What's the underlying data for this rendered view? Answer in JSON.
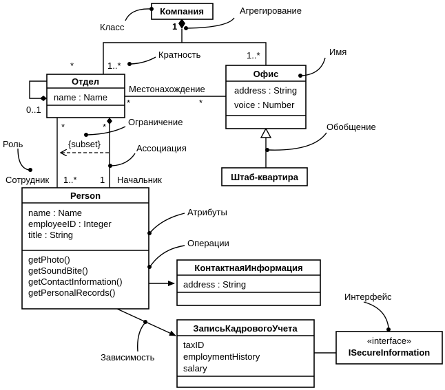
{
  "classes": {
    "company": {
      "name": "Компания"
    },
    "dept": {
      "name": "Отдел",
      "attrs": [
        "name : Name"
      ]
    },
    "office": {
      "name": "Офис",
      "attrs": [
        "address : String",
        "voice : Number"
      ]
    },
    "hq": {
      "name": "Штаб-квартира"
    },
    "person": {
      "name": "Person",
      "attrs": [
        "name : Name",
        "employeeID : Integer",
        "title : String"
      ],
      "ops": [
        "getPhoto()",
        "getSoundBite()",
        "getContactInformation()",
        "getPersonalRecords()"
      ]
    },
    "contact": {
      "name": "КонтактнаяИнформация",
      "attrs": [
        "address : String"
      ]
    },
    "hr": {
      "name": "ЗаписьКадровогоУчета",
      "attrs": [
        "taxID",
        "employmentHistory",
        "salary"
      ]
    },
    "iface": {
      "stereotype": "«interface»",
      "name": "ISecureInformation"
    }
  },
  "multiplicities": {
    "company_bottom": "1",
    "dept_top": "1..*",
    "office_top": "1..*",
    "self_star": "*",
    "self_range": "0..1",
    "dept_location": "*",
    "office_location": "*",
    "dept_bottom_left": "*",
    "dept_bottom_right": "*",
    "person_left": "1..*",
    "person_right": "1"
  },
  "associations": {
    "location": "Местонахождение",
    "subset": "{subset}",
    "employee_role": "Сотрудник",
    "boss_role": "Начальник"
  },
  "callouts": {
    "class": "Класс",
    "aggregation": "Агрегирование",
    "multiplicity": "Кратность",
    "name": "Имя",
    "constraint": "Ограничение",
    "association": "Ассоциация",
    "role": "Роль",
    "generalization": "Обобщение",
    "attributes": "Атрибуты",
    "operations": "Операции",
    "interface": "Интерфейс",
    "dependency": "Зависимость"
  }
}
